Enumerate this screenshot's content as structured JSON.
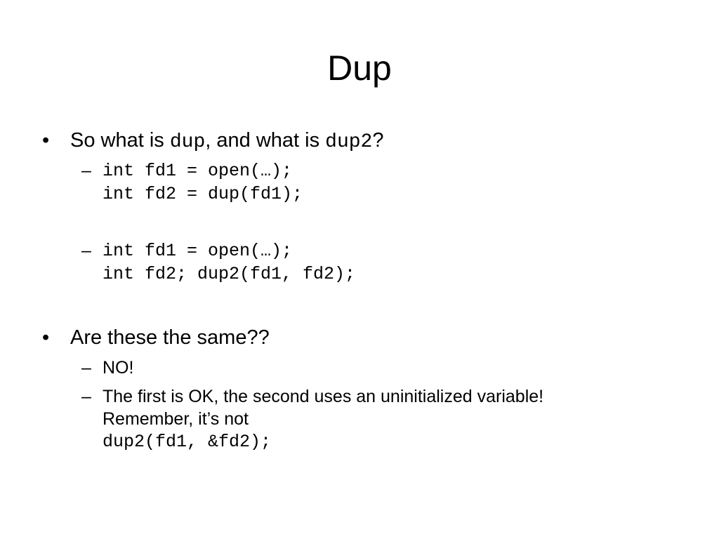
{
  "title": "Dup",
  "bullet1": {
    "marker": "•",
    "prefix": "So what is ",
    "code1": "dup",
    "middle": ", and what is ",
    "code2": "dup2",
    "suffix": "?"
  },
  "sub1": {
    "marker": "–",
    "line1": "int fd1 = open(…);",
    "line2": "int fd2 = dup(fd1);"
  },
  "sub2": {
    "marker": "–",
    "line1": "int fd1 = open(…);",
    "line2": "int fd2; dup2(fd1, fd2);"
  },
  "bullet2": {
    "marker": "•",
    "text": "Are these the same??"
  },
  "sub3": {
    "marker": "–",
    "text": "NO!"
  },
  "sub4": {
    "marker": "–",
    "line1": "The first is OK, the second uses an uninitialized variable!",
    "line2": "Remember, it’s not",
    "code": "dup2(fd1, &fd2);"
  }
}
